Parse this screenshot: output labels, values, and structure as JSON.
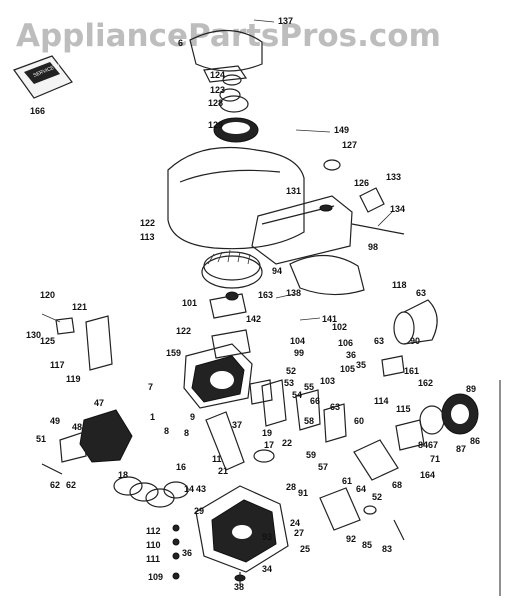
{
  "watermark": "AppliancePartsPros.com",
  "manual_label": "SERVICE KIT",
  "part_labels": [
    "137",
    "6",
    "124",
    "123",
    "128",
    "129",
    "149",
    "127",
    "166",
    "133",
    "126",
    "134",
    "131",
    "122",
    "113",
    "98",
    "94",
    "118",
    "63",
    "120",
    "121",
    "101",
    "163",
    "138",
    "130",
    "125",
    "141",
    "122",
    "102",
    "142",
    "104",
    "99",
    "106",
    "159",
    "36",
    "117",
    "53",
    "103",
    "35",
    "105",
    "119",
    "63",
    "161",
    "90",
    "52",
    "62",
    "7",
    "47",
    "54",
    "55",
    "66",
    "63",
    "162",
    "114",
    "115",
    "89",
    "49",
    "18",
    "48",
    "1",
    "9",
    "8",
    "8",
    "60",
    "58",
    "59",
    "86",
    "37",
    "67",
    "51",
    "22",
    "17",
    "19",
    "87",
    "16",
    "57",
    "21",
    "84",
    "71",
    "62",
    "14",
    "43",
    "11",
    "28",
    "91",
    "61",
    "64",
    "52",
    "68",
    "164",
    "29",
    "112",
    "110",
    "111",
    "34",
    "109",
    "36",
    "24",
    "27",
    "93",
    "25",
    "92",
    "85",
    "83",
    "38"
  ]
}
